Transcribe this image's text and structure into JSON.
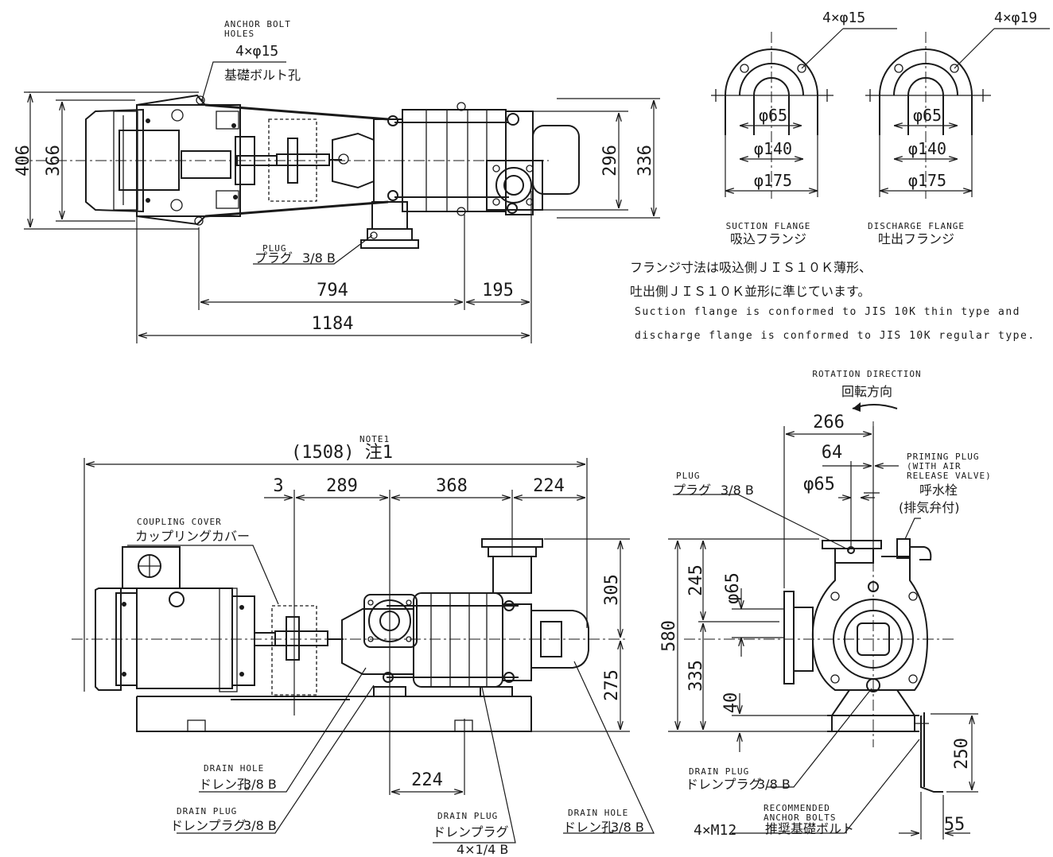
{
  "top_view": {
    "anchor_bolt_en": "ANCHOR BOLT",
    "anchor_holes_en": "HOLES",
    "anchor_count": "4×φ15",
    "anchor_jp": "基礎ボルト孔",
    "dim_406": "406",
    "dim_366": "366",
    "dim_296": "296",
    "dim_336": "336",
    "dim_794": "794",
    "dim_195": "195",
    "dim_1184": "1184",
    "plug_en": "PLUG",
    "plug_jp": "プラグ",
    "plug_size": "3/8 B"
  },
  "suction_flange": {
    "holes": "4×φ15",
    "d1": "φ65",
    "d2": "φ140",
    "d3": "φ175",
    "label_en": "SUCTION FLANGE",
    "label_jp": "吸込フランジ"
  },
  "discharge_flange": {
    "holes": "4×φ19",
    "d1": "φ65",
    "d2": "φ140",
    "d3": "φ175",
    "label_en": "DISCHARGE FLANGE",
    "label_jp": "吐出フランジ"
  },
  "notes": {
    "jp_line1": "フランジ寸法は吸込側ＪＩＳ１０Ｋ薄形、",
    "jp_line2": "吐出側ＪＩＳ１０Ｋ並形に準じています。",
    "en_line1": "Suction flange is conformed to JIS 10K thin type and",
    "en_line2": "discharge  flange is conformed to JIS 10K regular type."
  },
  "side_view": {
    "note1_en": "NOTE1",
    "overall": "(1508) 注1",
    "dim_3": "3",
    "dim_289": "289",
    "dim_368": "368",
    "dim_224_top": "224",
    "dim_305": "305",
    "dim_275": "275",
    "dim_224_bottom": "224",
    "coupling_en": "COUPLING COVER",
    "coupling_jp": "カップリングカバー",
    "drain_hole_en": "DRAIN HOLE",
    "drain_hole_jp": "ドレン孔",
    "drain_hole_size": "3/8 B",
    "drain_plug_en": "DRAIN PLUG",
    "drain_plug_jp": "ドレンプラグ",
    "drain_plug_size": "3/8 B",
    "drain_plug2_en": "DRAIN PLUG",
    "drain_plug2_jp": "ドレンプラグ",
    "drain_plug2_size": "4×1/4 B",
    "drain_hole2_en": "DRAIN HOLE",
    "drain_hole2_jp": "ドレン孔",
    "drain_hole2_size": "3/8 B"
  },
  "end_view": {
    "rotation_en": "ROTATION DIRECTION",
    "rotation_jp": "回転方向",
    "dim_266": "266",
    "dim_64": "64",
    "dim_phi65_top": "φ65",
    "dim_phi65_side": "φ65",
    "plug_en": "PLUG",
    "plug_jp": "プラグ",
    "plug_size": "3/8 B",
    "priming_en1": "PRIMING PLUG",
    "priming_en2": "(WITH AIR",
    "priming_en3": "RELEASE VALVE)",
    "priming_jp1": "呼水栓",
    "priming_jp2": "(排気弁付)",
    "dim_245": "245",
    "dim_580": "580",
    "dim_335": "335",
    "dim_40": "40",
    "dim_250": "250",
    "dim_55": "55",
    "drain_plug_en": "DRAIN PLUG",
    "drain_plug_jp": "ドレンプラグ",
    "drain_plug_size": "3/8 B",
    "anchor_en1": "RECOMMENDED",
    "anchor_en2": "ANCHOR BOLTS",
    "anchor_size": "4×M12",
    "anchor_jp": "推奨基礎ボルト"
  }
}
